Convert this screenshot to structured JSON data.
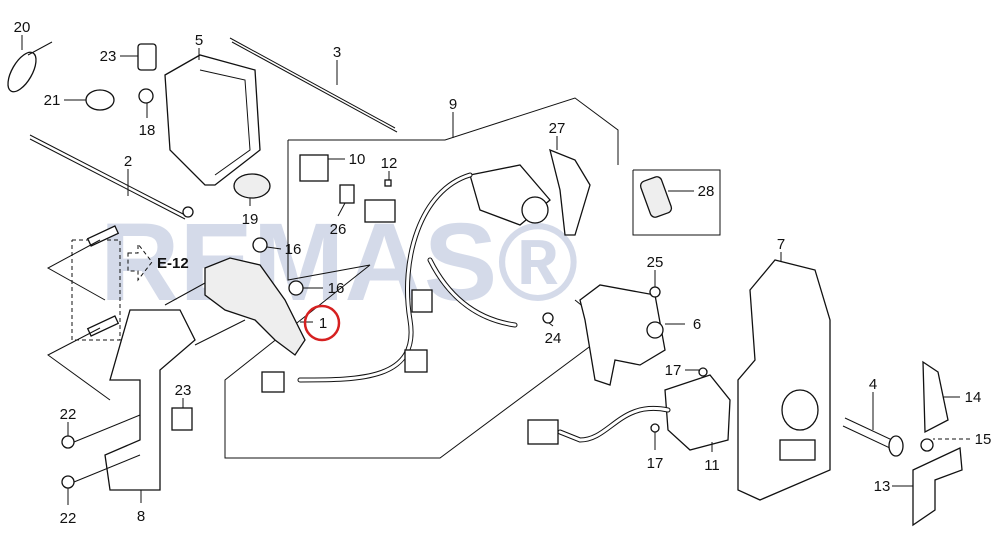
{
  "diagram": {
    "watermark": "REMAS®",
    "reference": "E-12",
    "highlight_color": "#d62020",
    "highlighted_part": "1",
    "callouts": {
      "c20": "20",
      "c23a": "23",
      "c5": "5",
      "c3": "3",
      "c21": "21",
      "c18": "18",
      "c9": "9",
      "c27": "27",
      "c10": "10",
      "c12": "12",
      "c2": "2",
      "c19": "19",
      "c26": "26",
      "c28": "28",
      "c16a": "16",
      "c16b": "16",
      "c25": "25",
      "c7": "7",
      "c1": "1",
      "c6": "6",
      "c24": "24",
      "c23b": "23",
      "c17a": "17",
      "c4": "4",
      "c14": "14",
      "c22a": "22",
      "c11": "11",
      "c15": "15",
      "c17b": "17",
      "c13": "13",
      "c22b": "22",
      "c8": "8"
    }
  }
}
